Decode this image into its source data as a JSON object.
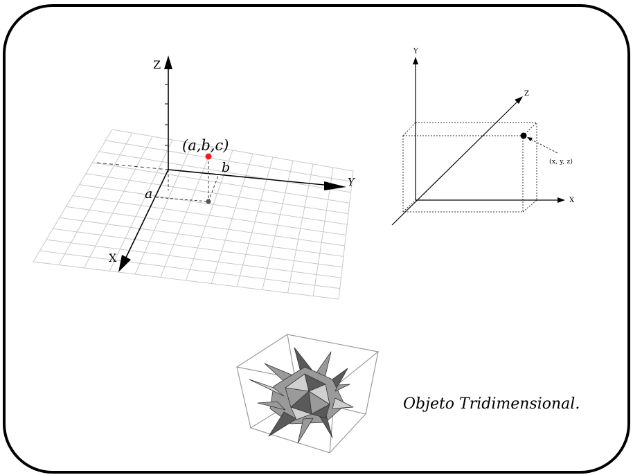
{
  "diagram_left": {
    "axis_z": "Z",
    "axis_y": "Y",
    "axis_x": "X",
    "point_label": "(a,b,c)",
    "label_a": "a",
    "label_b": "b"
  },
  "diagram_right": {
    "axis_y": "Y",
    "axis_z": "Z",
    "axis_x": "X",
    "point_label": "(x, y, z)"
  },
  "caption": "Objeto Tridimensional.",
  "colors": {
    "frame": "#000000",
    "grid": "#c8c8c8",
    "point_red": "#ff1a1a",
    "point_grey": "#555555",
    "face_light": "#d0d0d0",
    "face_mid": "#9a9a9a",
    "face_dark": "#5a5a5a"
  }
}
